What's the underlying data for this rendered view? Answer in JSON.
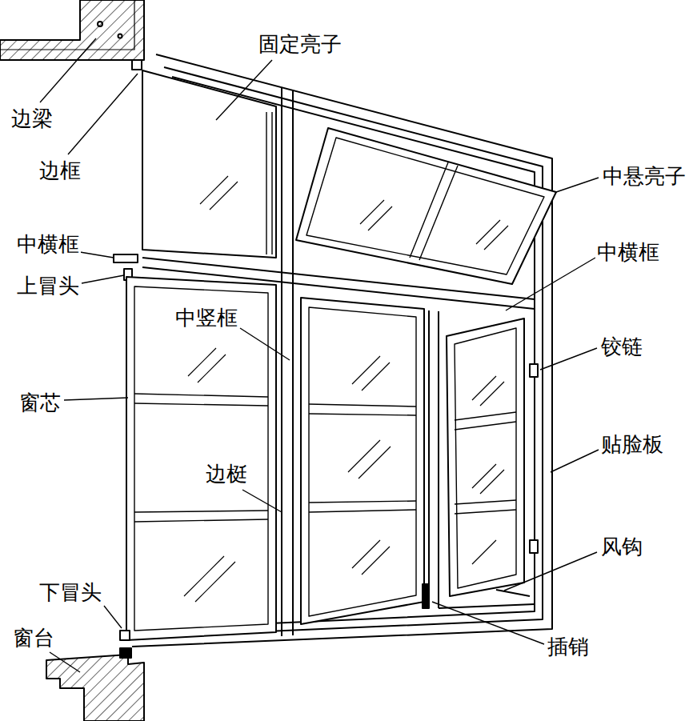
{
  "diagram": {
    "labels": [
      "固定亮子",
      "边梁",
      "边框",
      "中悬亮子",
      "中横框",
      "中横框",
      "上冒头",
      "中竖框",
      "铰链",
      "窗芯",
      "贴脸板",
      "边梃",
      "风钩",
      "下冒头",
      "窗台",
      "插销"
    ]
  }
}
